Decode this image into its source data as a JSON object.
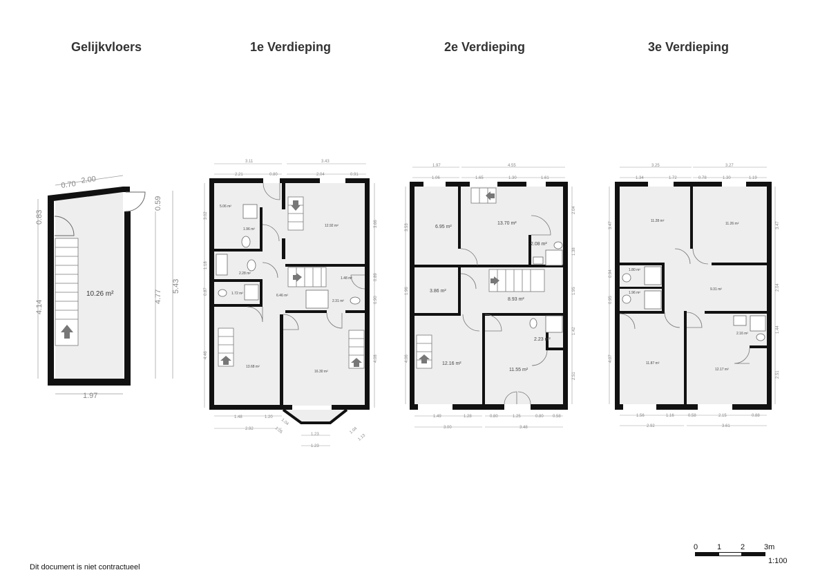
{
  "floors": [
    {
      "title": "Gelijkvloers"
    },
    {
      "title": "1e Verdieping"
    },
    {
      "title": "2e Verdieping"
    },
    {
      "title": "3e Verdieping"
    }
  ],
  "ground": {
    "area": "10.26 m²",
    "dims": {
      "top1": "0.70",
      "top2": "2.00",
      "left1": "0.83",
      "left2": "4.14",
      "right1": "0.59",
      "right2": "4.77",
      "right3": "5.43",
      "bottom": "1.97"
    }
  },
  "first": {
    "areas": [
      "5.06 m²",
      "1.96 m²",
      "2.28 m²",
      "1.72 m²",
      "6.46 m²",
      "12.92 m²",
      "1.48 m²",
      "2.31 m²",
      "13.68 m²",
      "16.30 m²"
    ],
    "dims": {
      "topA": "3.11",
      "topA1": "2.21",
      "topA2": "0.80",
      "topB": "3.43",
      "topB1": "2.04",
      "topB2": "0.91",
      "left1": "3.02",
      "left2": "1.18",
      "left3": "0.87",
      "left4": "4.46",
      "right1": "3.66",
      "right2": "0.89",
      "right3": "0.90",
      "right4": "4.08",
      "bot1": "1.48",
      "bot2": "1.20",
      "bot3": "2.92",
      "bay1": "1.04",
      "bay2": "1.05",
      "bay3": "1.23",
      "bay4": "1.23",
      "bay5": "1.04",
      "bay6": "1.13"
    }
  },
  "second": {
    "areas": [
      "6.95 m²",
      "13.70 m²",
      "2.08 m²",
      "3.86 m²",
      "8.93 m²",
      "2.23 m²",
      "12.16 m²",
      "11.55 m²"
    ],
    "dims": {
      "topA": "1.97",
      "topA1": "1.06",
      "topB": "4.55",
      "topB1": "1.65",
      "topB2": "1.30",
      "topB3": "1.61",
      "left1": "3.53",
      "left2": "1.96",
      "left3": "4.06",
      "right1": "2.04",
      "right2": "1.38",
      "right3": "1.95",
      "right4": "1.42",
      "right5": "2.51",
      "bot1": "1.49",
      "bot2": "1.28",
      "bot3": "0.80",
      "bot4": "1.25",
      "bot5": "0.80",
      "bot6": "0.58",
      "bot7": "3.00",
      "bot8": "3.48"
    }
  },
  "third": {
    "areas": [
      "11.28 m²",
      "11.26 m²",
      "1.80 m²",
      "1.96 m²",
      "9.31 m²",
      "2.16 m²",
      "11.87 m²",
      "12.17 m²"
    ],
    "dims": {
      "topA": "3.25",
      "topA1": "1.34",
      "topA2": "1.72",
      "topB": "3.27",
      "topB1": "0.78",
      "topB2": "1.30",
      "topB3": "1.19",
      "left1": "3.47",
      "left2": "0.94",
      "left3": "0.95",
      "left4": "4.07",
      "right1": "3.47",
      "right2": "2.04",
      "right3": "1.44",
      "right4": "2.51",
      "bot1": "1.56",
      "bot2": "1.16",
      "bot3": "0.58",
      "bot4": "2.15",
      "bot5": "0.88",
      "bot6": "2.92",
      "bot7": "3.61"
    }
  },
  "scale": {
    "ticks": [
      "0",
      "1",
      "2",
      "3m"
    ],
    "ratio": "1:100"
  },
  "disclaimer": "Dit document is niet contractueel",
  "colors": {
    "wall": "#111111",
    "floor": "#eeeeee",
    "dim": "#888888"
  }
}
